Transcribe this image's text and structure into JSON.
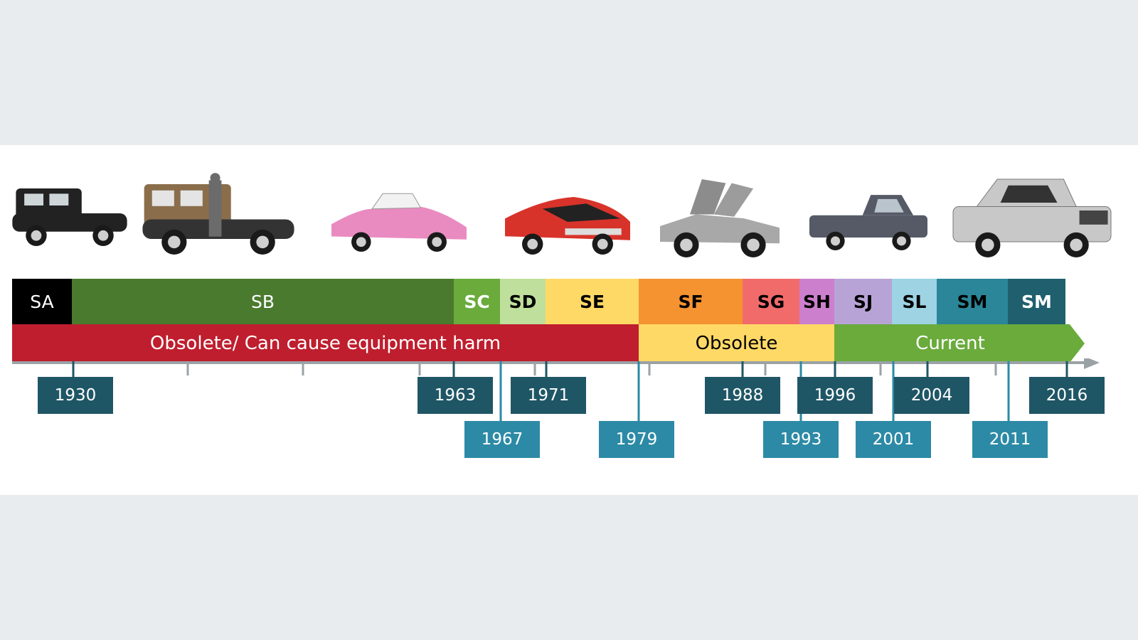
{
  "segments": [
    {
      "label": "SA",
      "bg": "#000000",
      "fg": "#ffffff",
      "bold": false
    },
    {
      "label": "SB",
      "bg": "#4a7a2e",
      "fg": "#ffffff",
      "bold": false
    },
    {
      "label": "SC",
      "bg": "#6aab3c",
      "fg": "#ffffff",
      "bold": true
    },
    {
      "label": "SD",
      "bg": "#bfdf9c",
      "fg": "#000000",
      "bold": true
    },
    {
      "label": "SE",
      "bg": "#ffd966",
      "fg": "#000000",
      "bold": true
    },
    {
      "label": "SF",
      "bg": "#f59331",
      "fg": "#000000",
      "bold": true
    },
    {
      "label": "SG",
      "bg": "#f26b6b",
      "fg": "#000000",
      "bold": true
    },
    {
      "label": "SH",
      "bg": "#cc7fcc",
      "fg": "#000000",
      "bold": true
    },
    {
      "label": "SJ",
      "bg": "#b8a3d6",
      "fg": "#000000",
      "bold": true
    },
    {
      "label": "SL",
      "bg": "#9dd3e3",
      "fg": "#000000",
      "bold": true
    },
    {
      "label": "SM",
      "bg": "#2b8699",
      "fg": "#000000",
      "bold": true
    },
    {
      "label": "SM",
      "bg": "#1f5f6e",
      "fg": "#ffffff",
      "bold": true
    }
  ],
  "status": [
    {
      "label": "Obsolete/ Can cause equipment harm",
      "bg": "#bf1e2e",
      "fg": "#ffffff"
    },
    {
      "label": "Obsolete",
      "bg": "#ffd966",
      "fg": "#000000"
    },
    {
      "label": "Current",
      "bg": "#6aab3c",
      "fg": "#ffffff"
    }
  ],
  "years": [
    {
      "label": "1930",
      "row": "top",
      "color": "#1f5666"
    },
    {
      "label": "1963",
      "row": "top",
      "color": "#1f5666"
    },
    {
      "label": "1967",
      "row": "bottom",
      "color": "#2c8aa6"
    },
    {
      "label": "1971",
      "row": "top",
      "color": "#1f5666"
    },
    {
      "label": "1979",
      "row": "bottom",
      "color": "#2c8aa6"
    },
    {
      "label": "1988",
      "row": "top",
      "color": "#1f5666"
    },
    {
      "label": "1993",
      "row": "bottom",
      "color": "#2c8aa6"
    },
    {
      "label": "1996",
      "row": "top",
      "color": "#1f5666"
    },
    {
      "label": "2001",
      "row": "bottom",
      "color": "#2c8aa6"
    },
    {
      "label": "2004",
      "row": "top",
      "color": "#1f5666"
    },
    {
      "label": "2011",
      "row": "bottom",
      "color": "#2c8aa6"
    },
    {
      "label": "2016",
      "row": "top",
      "color": "#1f5666"
    }
  ],
  "cars": [
    {
      "name": "vintage-sedan-icon",
      "body": "#222222"
    },
    {
      "name": "woodie-wagon-icon",
      "body": "#333333"
    },
    {
      "name": "pink-cadillac-icon",
      "body": "#e98bc0"
    },
    {
      "name": "red-muscle-car-icon",
      "body": "#d8332a"
    },
    {
      "name": "delorean-icon",
      "body": "#a8a8a8"
    },
    {
      "name": "pickup-truck-icon",
      "body": "#555a66"
    },
    {
      "name": "raptor-truck-icon",
      "body": "#c8c8c8"
    }
  ]
}
